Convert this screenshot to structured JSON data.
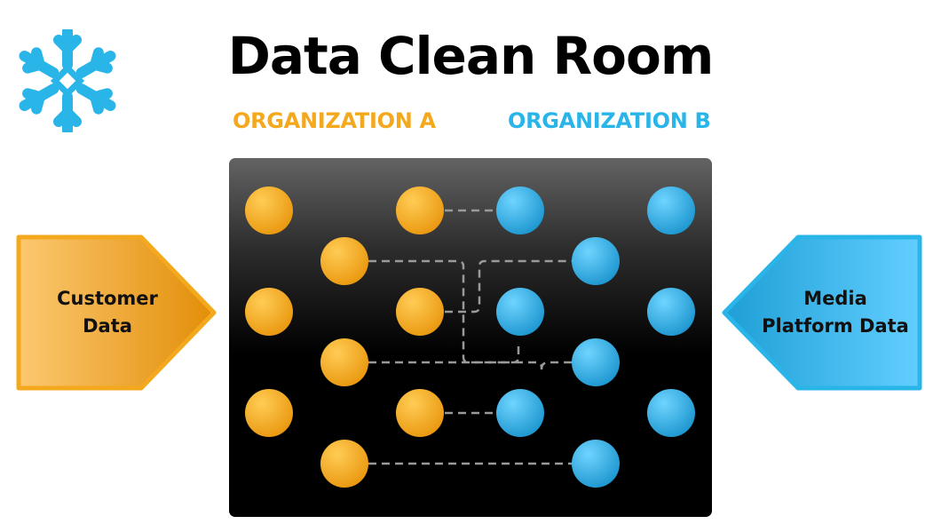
{
  "title": "Data Clean Room",
  "organizations": [
    {
      "label": "ORGANIZATION A",
      "color": "#f4a81d"
    },
    {
      "label": "ORGANIZATION B",
      "color": "#29b5e8"
    }
  ],
  "sources": {
    "left": {
      "lines": [
        "Customer",
        "Data"
      ],
      "color": "#f4a81d"
    },
    "right": {
      "lines": [
        "Media",
        "Platform Data"
      ],
      "color": "#29b5e8"
    }
  },
  "logo": {
    "icon": "snowflake-icon",
    "color": "#29b5e8"
  },
  "colors": {
    "orange": "#f4a81d",
    "blue": "#29b5e8",
    "connector": "#9a9a9a"
  }
}
